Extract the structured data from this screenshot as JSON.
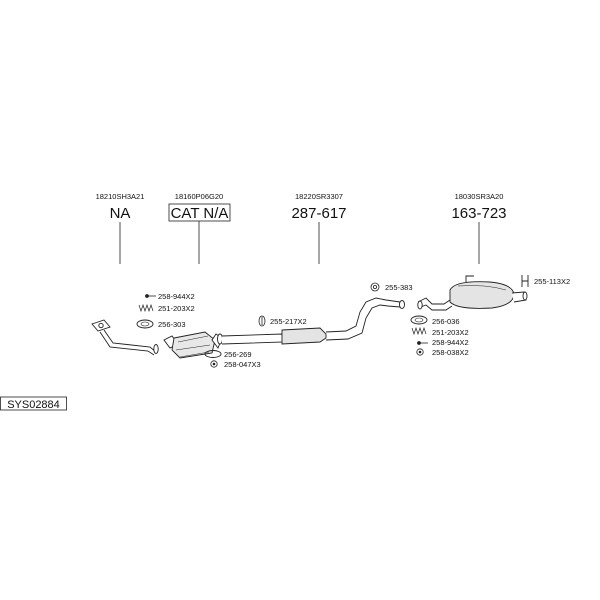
{
  "diagram_id": "SYS02884",
  "sections": [
    {
      "oem": "18210SH3A21",
      "part": "NA",
      "boxed": false
    },
    {
      "oem": "18160P06G20",
      "part": "CAT N/A",
      "boxed": true
    },
    {
      "oem": "18220SR3307",
      "part": "287-617",
      "boxed": false
    },
    {
      "oem": "18030SR3A20",
      "part": "163-723",
      "boxed": false
    }
  ],
  "fittings": {
    "f1": "258-944X2",
    "f2": "251-203X2",
    "f3": "256-303",
    "f4": "256-269",
    "f5": "258-047X3",
    "f6": "255-217X2",
    "f7": "255-383",
    "f8": "256-036",
    "f9": "251-203X2",
    "f10": "258-944X2",
    "f11": "258-038X2",
    "f12": "255-113X2"
  }
}
